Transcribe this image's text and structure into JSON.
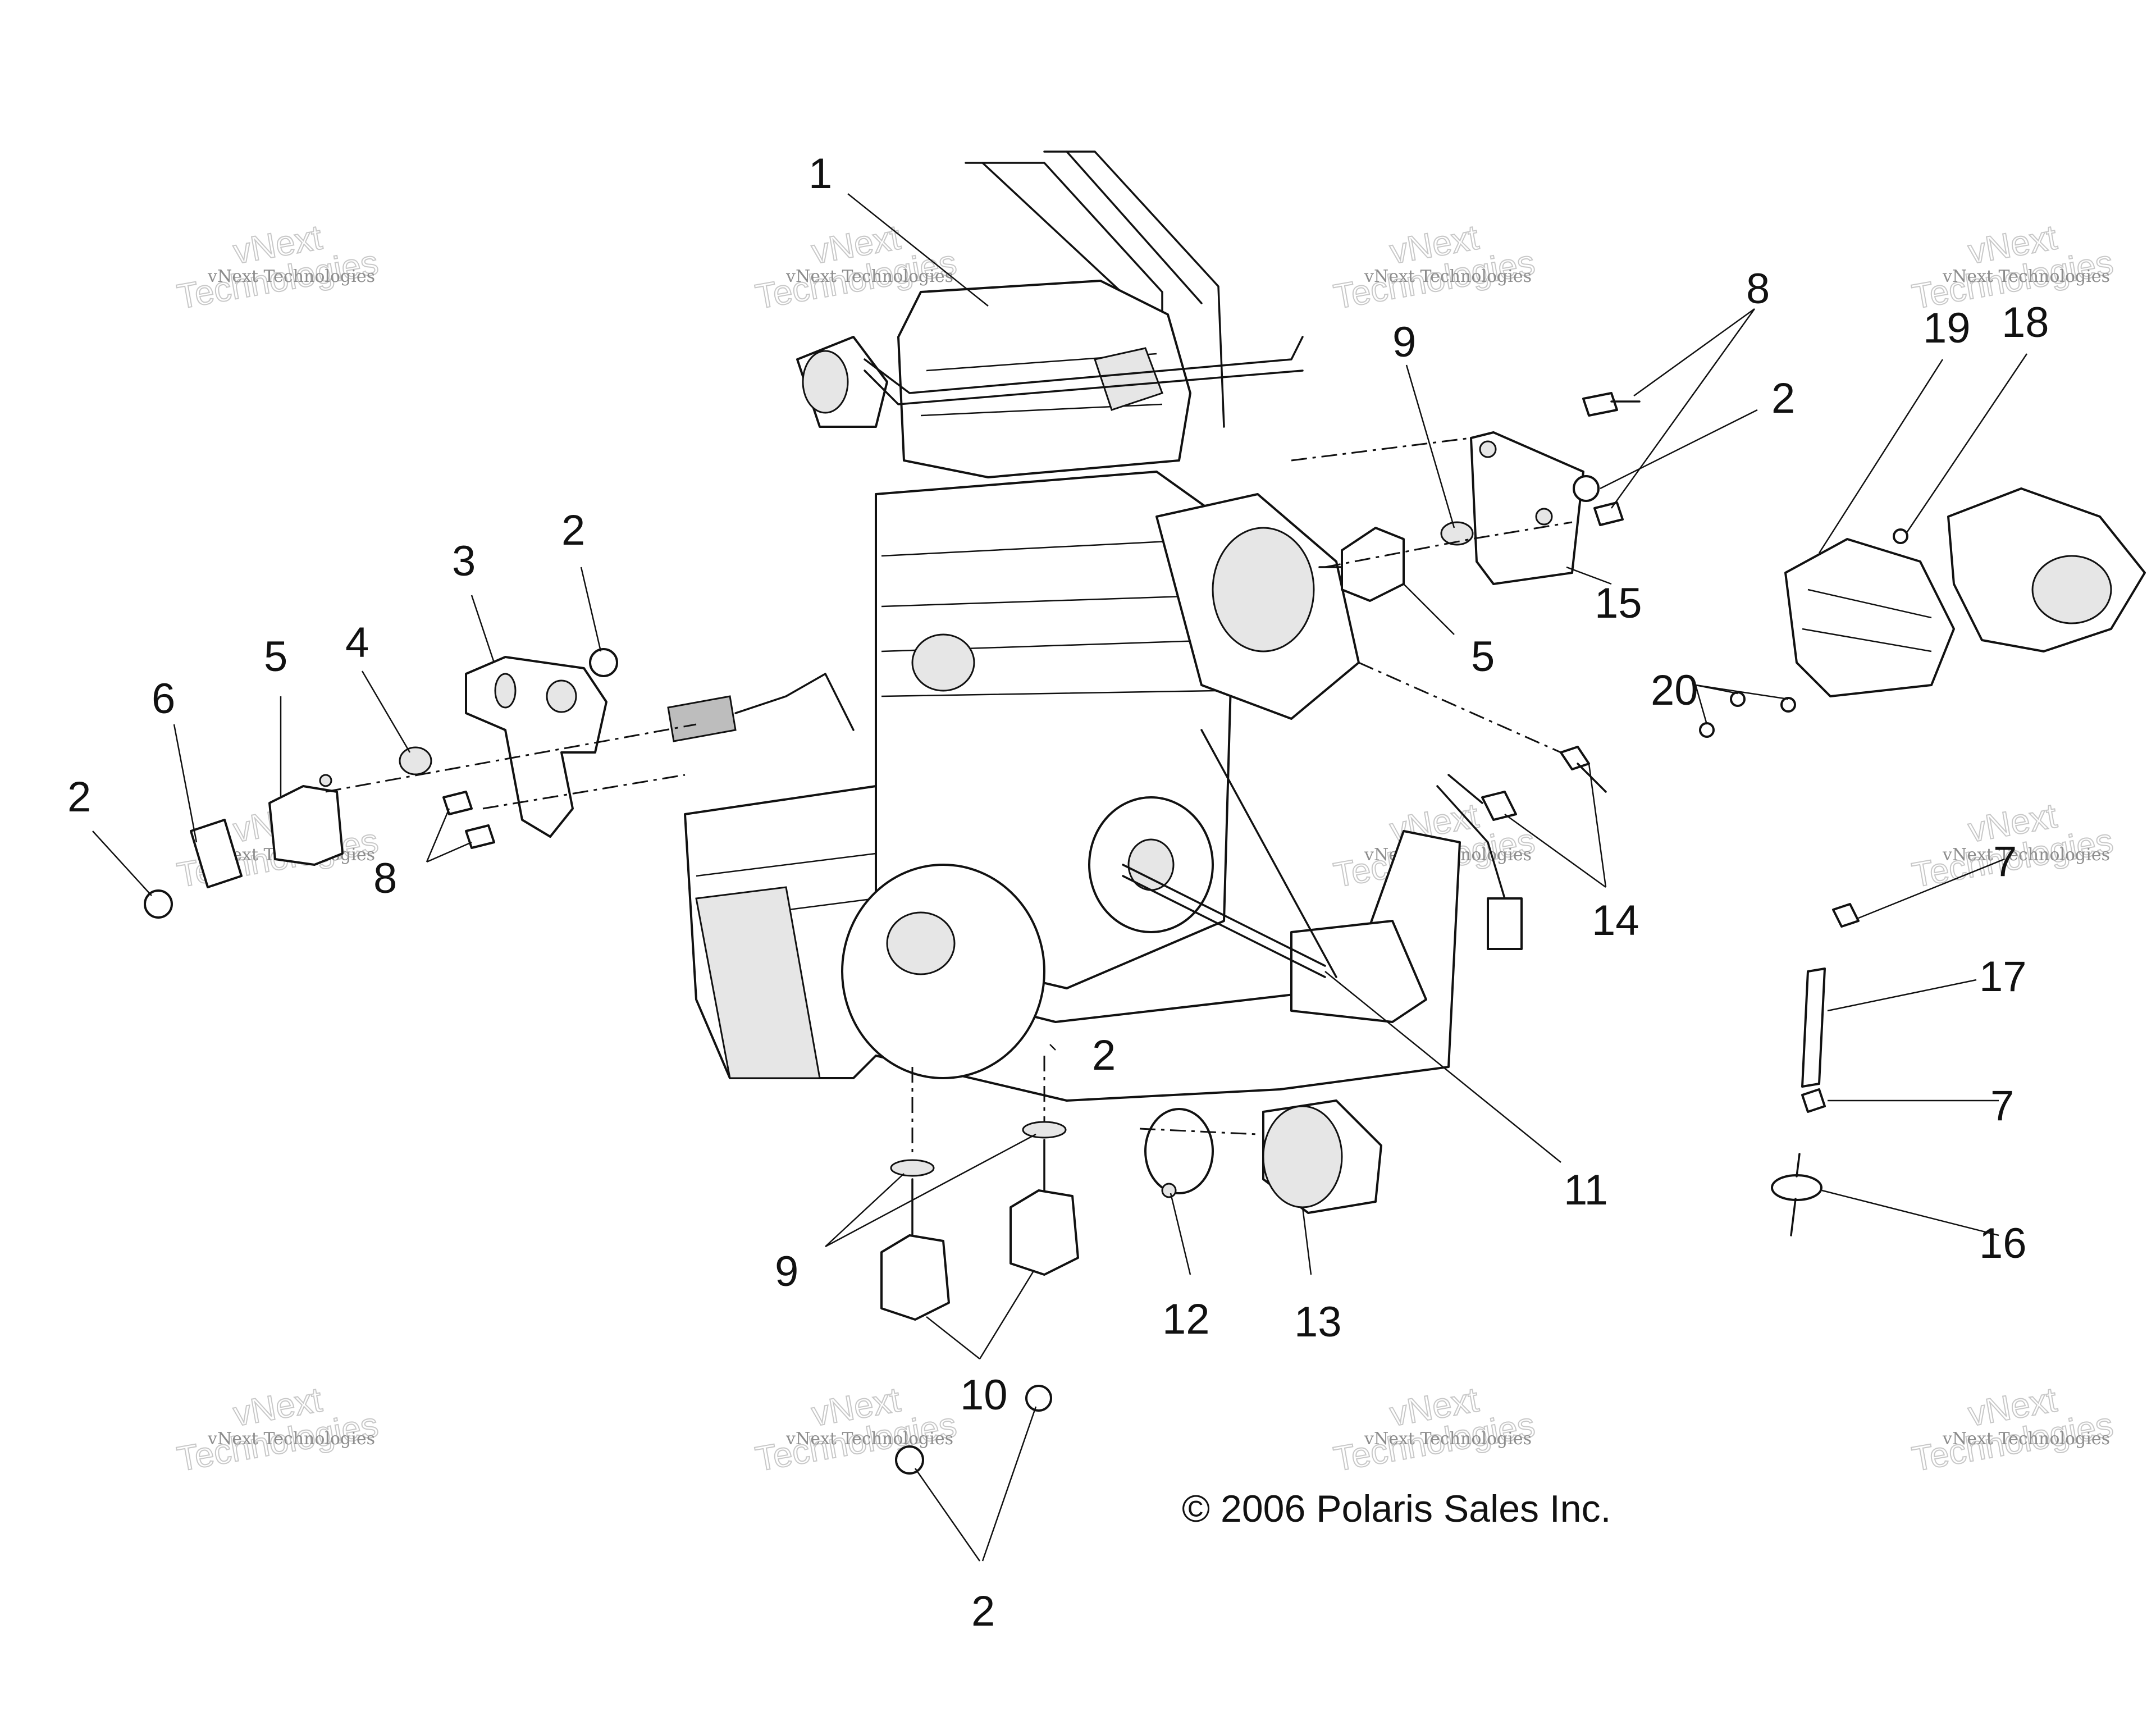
{
  "callouts": [
    {
      "id": "c1",
      "text": "1"
    },
    {
      "id": "c8a",
      "text": "8"
    },
    {
      "id": "c9a",
      "text": "9"
    },
    {
      "id": "c2a",
      "text": "2"
    },
    {
      "id": "c19",
      "text": "19"
    },
    {
      "id": "c18",
      "text": "18"
    },
    {
      "id": "c15",
      "text": "15"
    },
    {
      "id": "c5a",
      "text": "5"
    },
    {
      "id": "c20",
      "text": "20"
    },
    {
      "id": "c2b",
      "text": "2"
    },
    {
      "id": "c3",
      "text": "3"
    },
    {
      "id": "c4",
      "text": "4"
    },
    {
      "id": "c5b",
      "text": "5"
    },
    {
      "id": "c6",
      "text": "6"
    },
    {
      "id": "c2c",
      "text": "2"
    },
    {
      "id": "c8b",
      "text": "8"
    },
    {
      "id": "c14",
      "text": "14"
    },
    {
      "id": "c7a",
      "text": "7"
    },
    {
      "id": "c17",
      "text": "17"
    },
    {
      "id": "c7b",
      "text": "7"
    },
    {
      "id": "c16",
      "text": "16"
    },
    {
      "id": "c2d",
      "text": "2"
    },
    {
      "id": "c11",
      "text": "11"
    },
    {
      "id": "c9b",
      "text": "9"
    },
    {
      "id": "c12",
      "text": "12"
    },
    {
      "id": "c13",
      "text": "13"
    },
    {
      "id": "c10",
      "text": "10"
    },
    {
      "id": "c2e",
      "text": "2"
    }
  ],
  "copyright": "© 2006 Polaris Sales Inc.",
  "watermark": {
    "small_text": "vNext Technologies",
    "top_word": "vNext",
    "bottom_word": "Technologies"
  }
}
